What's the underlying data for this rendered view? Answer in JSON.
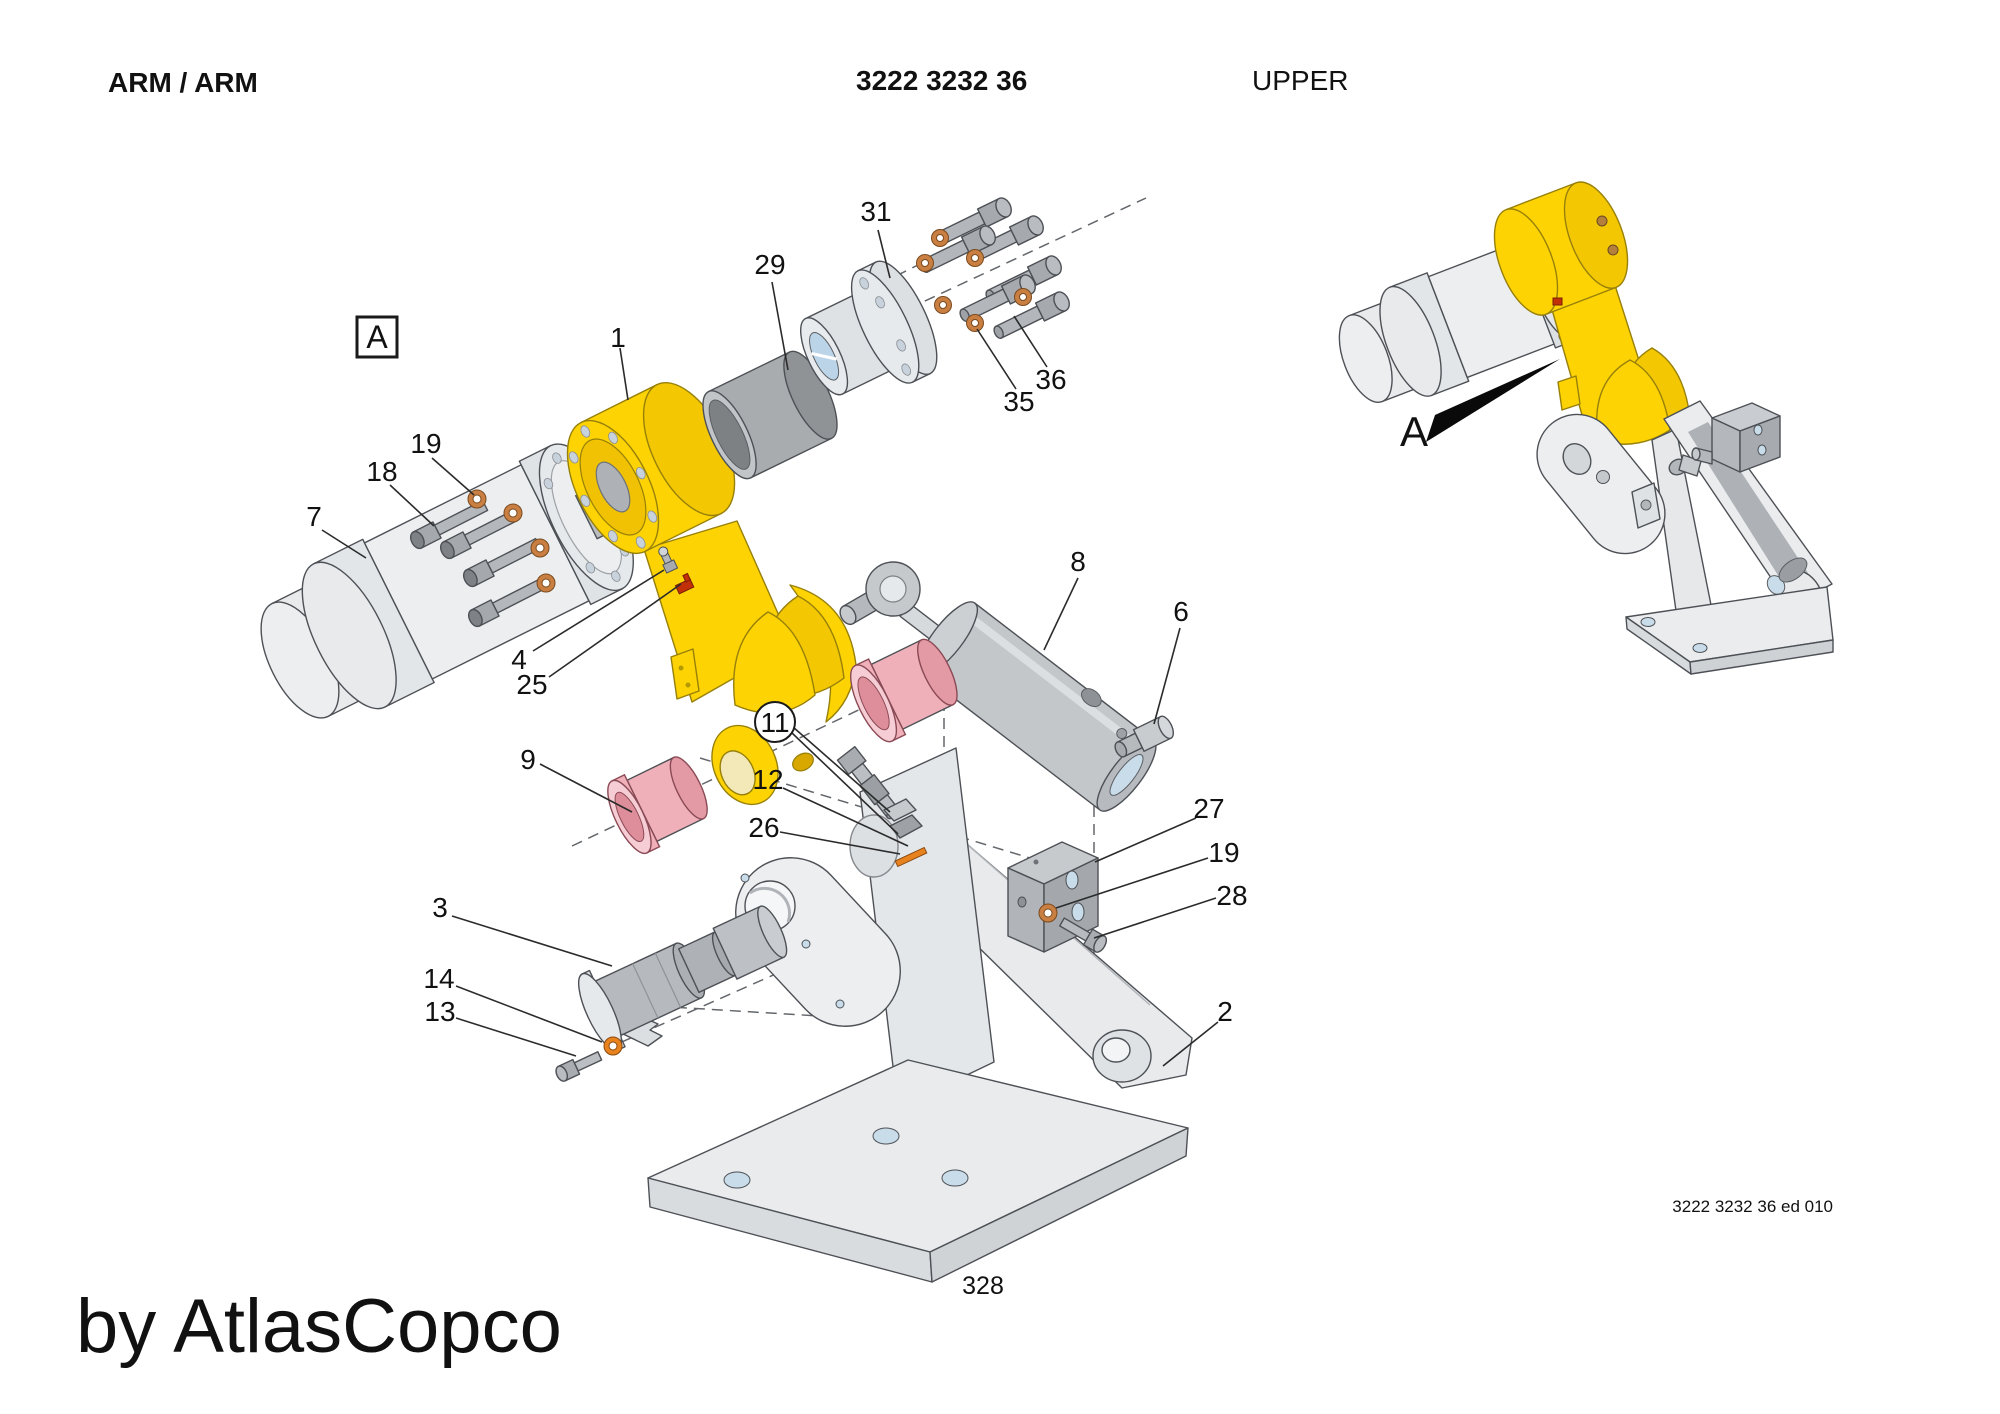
{
  "page": {
    "header_left": "ARM / ARM",
    "header_center": "3222 3232 36",
    "header_right": "UPPER",
    "page_number": "328",
    "edition": "3222 3232 36 ed 010",
    "byline": "by AtlasCopco"
  },
  "detail": {
    "box_label": "A",
    "arrow_label": "A"
  },
  "callouts": {
    "c1": "1",
    "c2": "2",
    "c3": "3",
    "c4": "4",
    "c6": "6",
    "c7": "7",
    "c8": "8",
    "c9": "9",
    "c11": "11",
    "c12": "12",
    "c13": "13",
    "c14": "14",
    "c18": "18",
    "c19a": "19",
    "c19b": "19",
    "c25": "25",
    "c26": "26",
    "c27": "27",
    "c28": "28",
    "c29": "29",
    "c31": "31",
    "c35": "35",
    "c36": "36"
  },
  "colors": {
    "arm_yellow": "#fdd304",
    "machine_gray": "#e8eaec",
    "dark_gray": "#aeb2b6",
    "bushing_pink": "#efb0ba",
    "washer_copper": "#c97f42",
    "washer_orange": "#e8821e",
    "fitting_red": "#c23008",
    "hole_blue": "#c9dcea"
  }
}
